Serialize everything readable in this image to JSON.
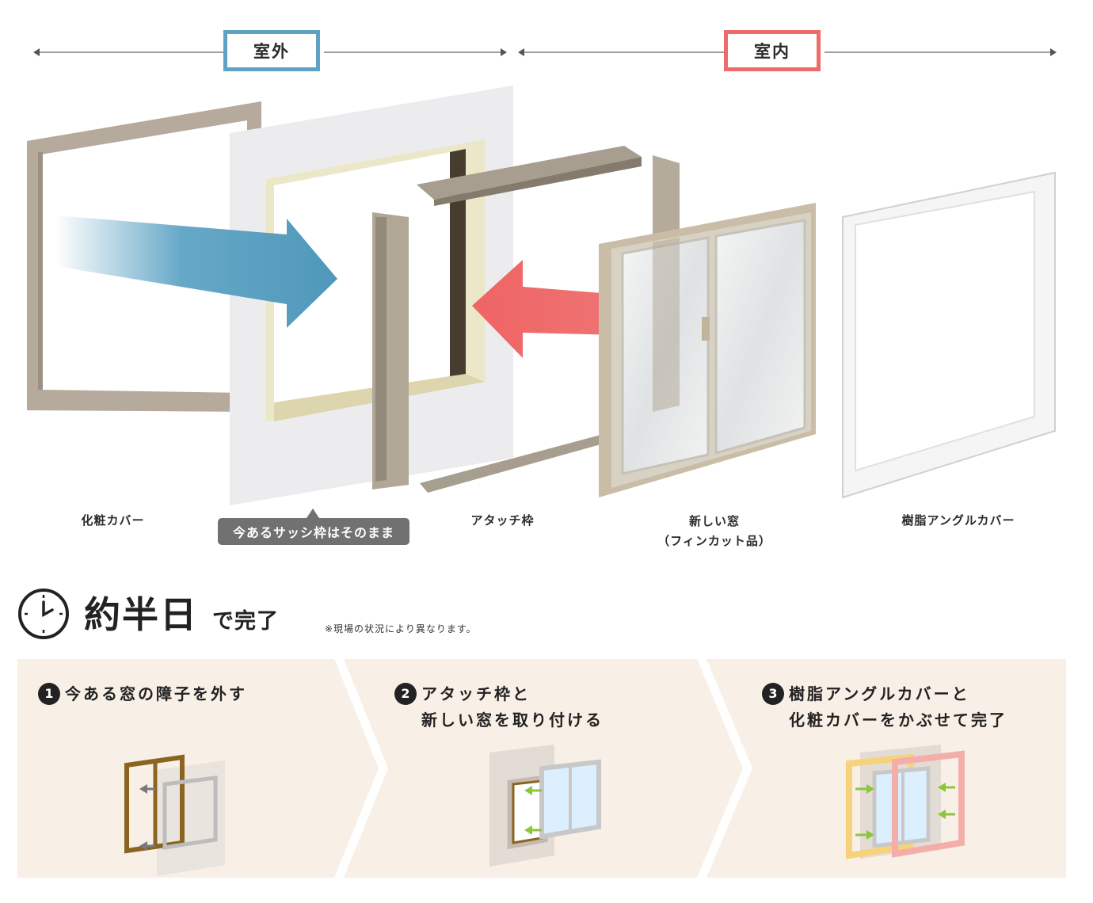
{
  "header": {
    "outdoor_label": "室外",
    "indoor_label": "室内"
  },
  "parts": {
    "decor_cover": "化粧カバー",
    "existing_frame_callout": "今あるサッシ枠はそのまま",
    "attach_frame": "アタッチ枠",
    "new_window_line1": "新しい窓",
    "new_window_line2": "（フィンカット品）",
    "resin_angle_cover": "樹脂アングルカバー"
  },
  "summary": {
    "headline": "約半日",
    "headline_suffix": "で完了",
    "note": "※現場の状況により異なります。"
  },
  "steps": [
    {
      "number": "1",
      "line1": "今ある窓の障子を外す",
      "line2": ""
    },
    {
      "number": "2",
      "line1": "アタッチ枠と",
      "line2": "新しい窓を取り付ける"
    },
    {
      "number": "3",
      "line1": "樹脂アングルカバーと",
      "line2": "化粧カバーをかぶせて完了"
    }
  ],
  "colors": {
    "outdoor": "#5ea3c4",
    "indoor": "#ee6b6b",
    "step_bg": "#f8efe6",
    "frame_brown": "#8b6420",
    "frame_gray": "#b4aa9d",
    "green_arrow": "#8cc63f"
  },
  "icons": [
    "clock-icon",
    "blue-arrow-icon",
    "red-arrow-icon",
    "green-arrow-icon"
  ]
}
